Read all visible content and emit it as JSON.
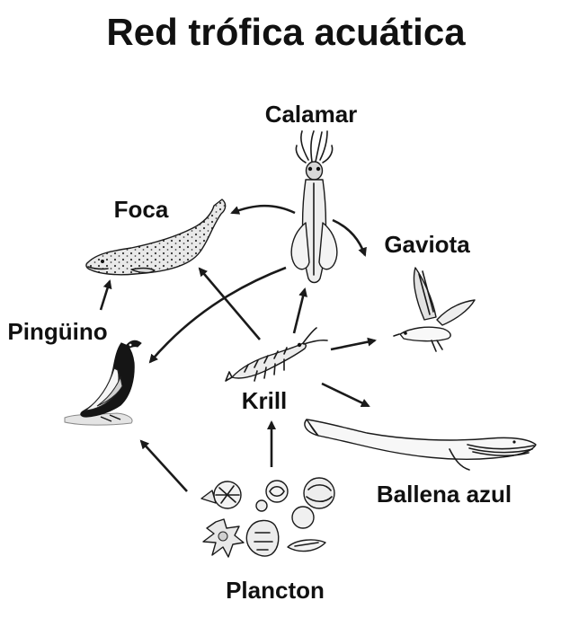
{
  "title": "Red trófica acuática",
  "organisms": {
    "calamar": "Calamar",
    "foca": "Foca",
    "gaviota": "Gaviota",
    "pinguino": "Pingüino",
    "krill": "Krill",
    "ballena": "Ballena azul",
    "plancton": "Plancton"
  },
  "links": [
    {
      "from": "Calamar",
      "to": "Foca"
    },
    {
      "from": "Calamar",
      "to": "Gaviota"
    },
    {
      "from": "Calamar",
      "to": "Pingüino"
    },
    {
      "from": "Pingüino",
      "to": "Foca"
    },
    {
      "from": "Krill",
      "to": "Foca"
    },
    {
      "from": "Krill",
      "to": "Calamar"
    },
    {
      "from": "Krill",
      "to": "Gaviota"
    },
    {
      "from": "Krill",
      "to": "Ballena azul"
    },
    {
      "from": "Plancton",
      "to": "Krill"
    },
    {
      "from": "Plancton",
      "to": "Pingüino"
    }
  ]
}
